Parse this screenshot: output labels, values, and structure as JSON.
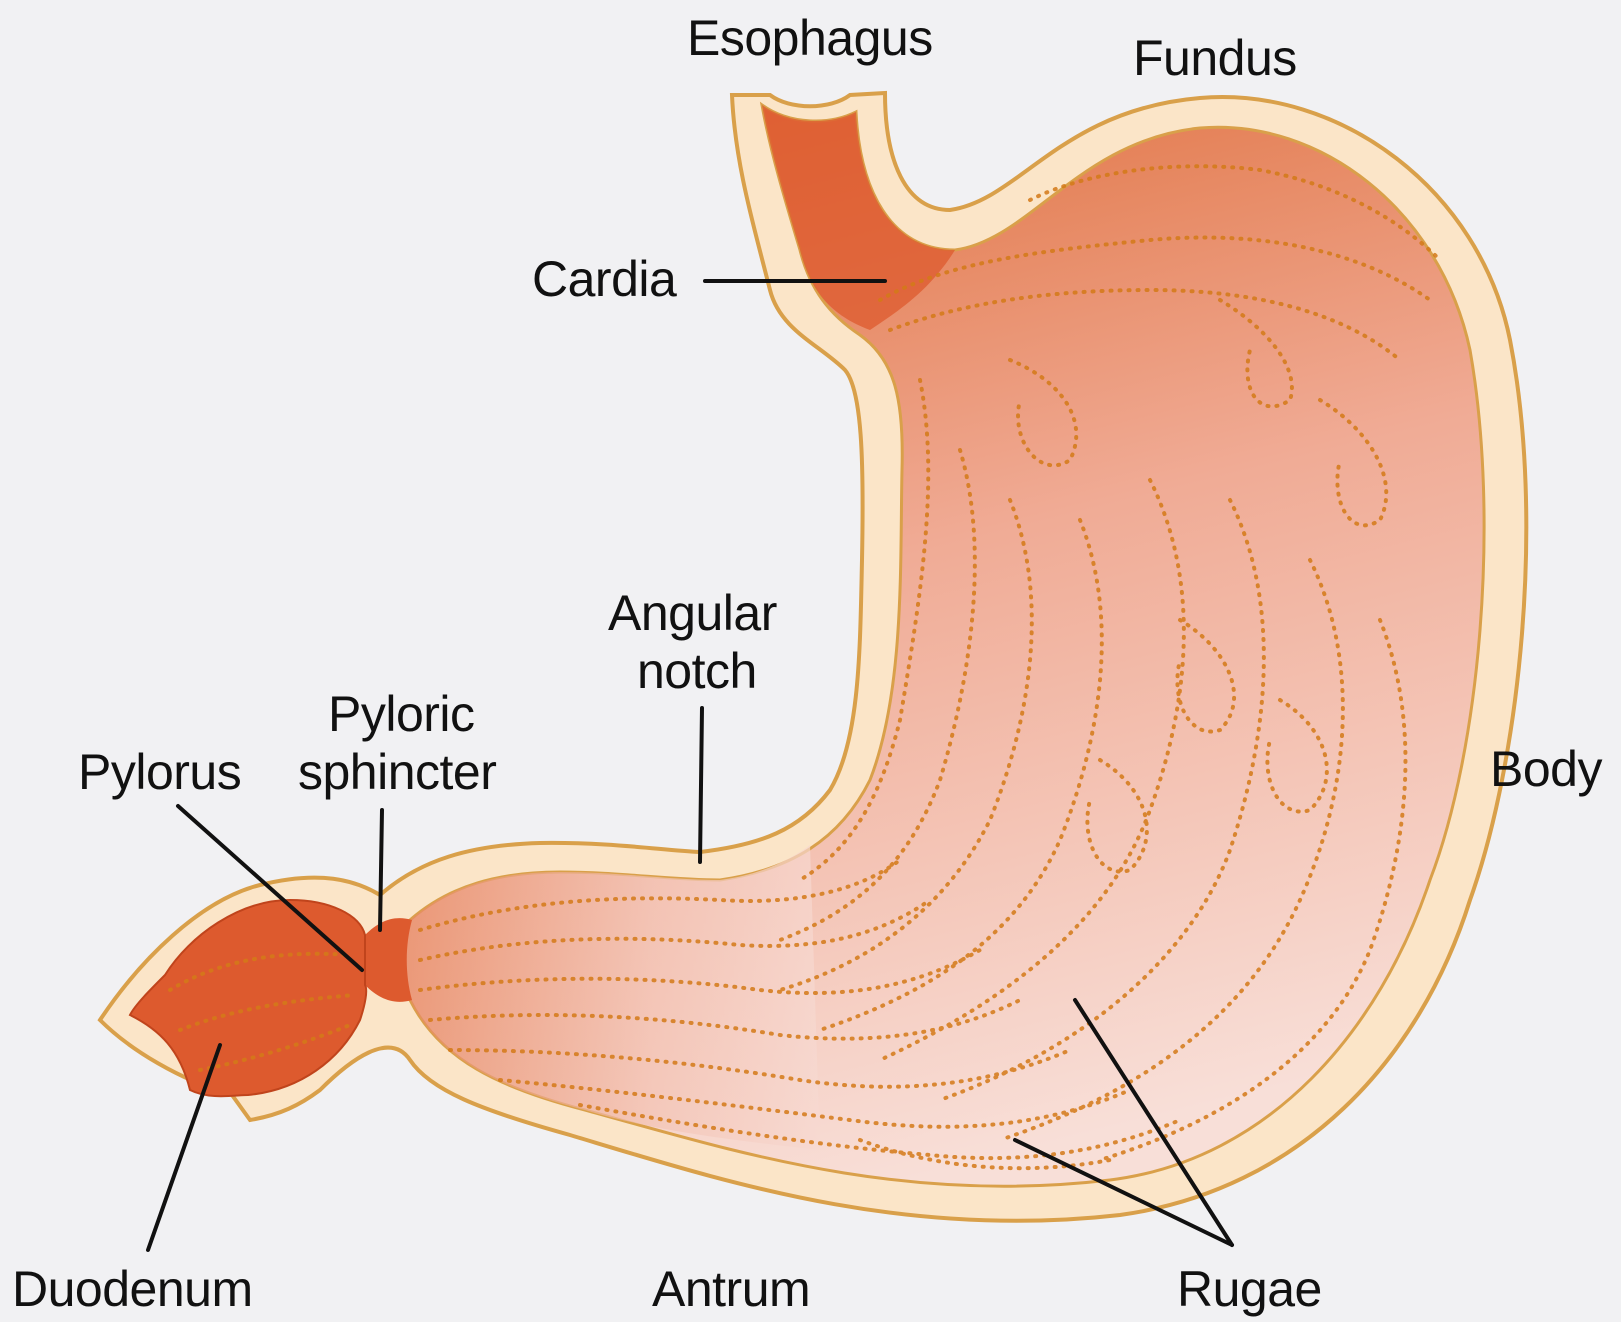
{
  "colors": {
    "background": "#f1f1f3",
    "outer_wall": "#fbe5c8",
    "outline": "#d9a04a",
    "interior_dark": "#dd5a2e",
    "interior_light": "#f6cfc6",
    "rugae_dots": "#d47a18",
    "label_text": "#111111"
  },
  "labels": {
    "esophagus": "Esophagus",
    "fundus": "Fundus",
    "cardia": "Cardia",
    "angular_notch_line1": "Angular",
    "angular_notch_line2": "notch",
    "pyloric_line1": "Pyloric",
    "pyloric_line2": "sphincter",
    "pylorus": "Pylorus",
    "body": "Body",
    "duodenum": "Duodenum",
    "antrum": "Antrum",
    "rugae": "Rugae"
  }
}
